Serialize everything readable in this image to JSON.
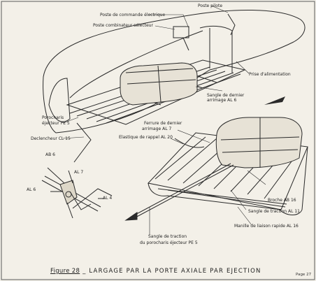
{
  "labels": {
    "poste_pilote": "Poste pilote",
    "poste_commande": "Poste de commande électrique",
    "poste_combinateur": "Poste combinateur sélecteur",
    "prise_alimentation": "Prise d'alimentation",
    "sangle_dernier": "Sangle de dernier arrimage AL 6",
    "ferrure_1": "Ferrure de dernier",
    "ferrure_2": "arrimage AL 7",
    "elastique": "Elastique de rappel AL 20",
    "porocharis_1": "Porocharis",
    "porocharis_2": "éjecteur PE 5",
    "declencheur": "Declencheur CL 15",
    "ab6": "AB 6",
    "al7": "AL 7",
    "al6_left": "AL 6",
    "al4": "AL 4",
    "broche": "Broche AB 16",
    "sangle_traction": "Sangle de traction AL 11",
    "manille": "Manille de liaison rapide AL 16",
    "sangle_bottom_1": "Sangle de traction",
    "sangle_bottom_2": "du porocharis éjecteur PE 5"
  },
  "caption": {
    "figure": "Figure 28",
    "title": "_ LARGAGE PAR LA PORTE AXIALE PAR EJECTION"
  },
  "page_number": "Page 27"
}
